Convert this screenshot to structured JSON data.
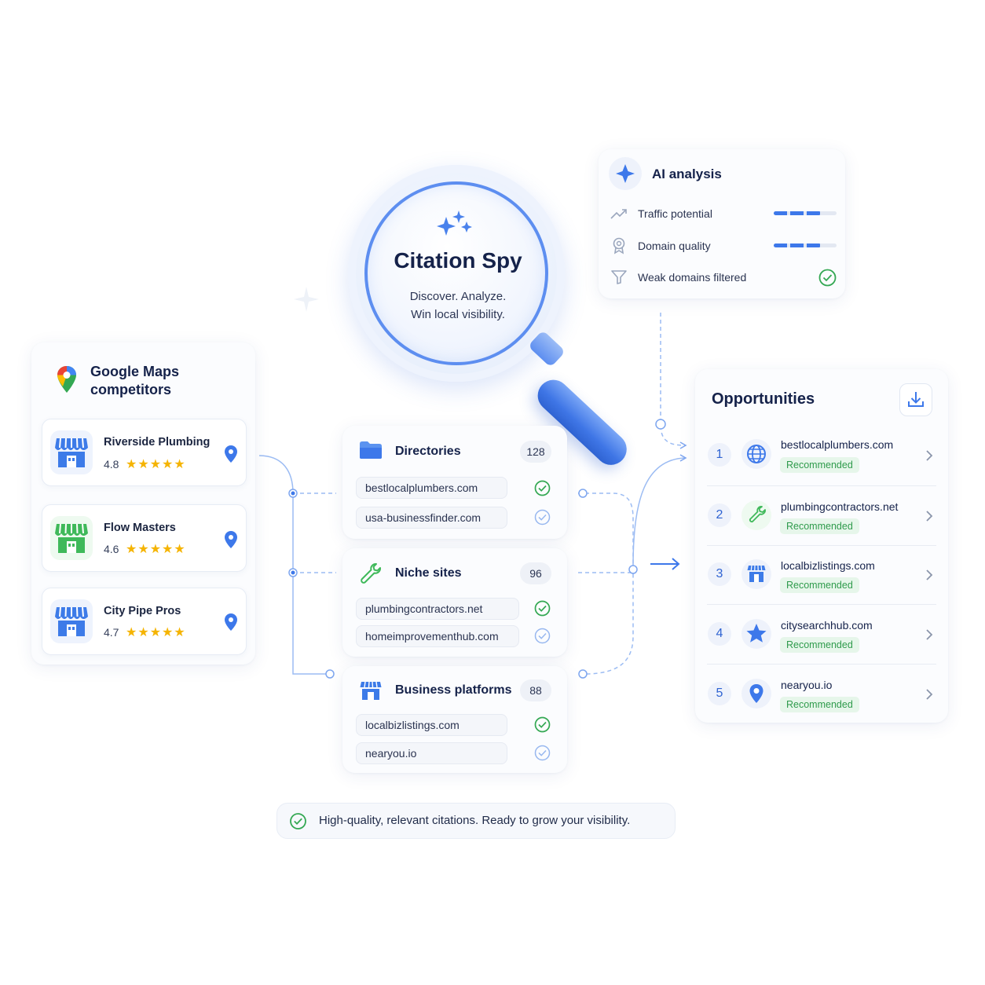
{
  "brand": {
    "title": "Citation Spy",
    "subtitle_line1": "Discover. Analyze.",
    "subtitle_line2": "Win local visibility."
  },
  "competitors": {
    "title_line1": "Google Maps",
    "title_line2": "competitors",
    "items": [
      {
        "name": "Riverside Plumbing",
        "rating": "4.8",
        "stars": "★★★★★",
        "store_color": "#3d7be8"
      },
      {
        "name": "Flow Masters",
        "rating": "4.6",
        "stars": "★★★★★",
        "store_color": "#3fb95a"
      },
      {
        "name": "City Pipe Pros",
        "rating": "4.7",
        "stars": "★★★★★",
        "store_color": "#3d7be8"
      }
    ]
  },
  "categories": [
    {
      "title": "Directories",
      "count": "128",
      "icon": "folder-icon",
      "domains": [
        "bestlocalplumbers.com",
        "usa-businessfinder.com"
      ]
    },
    {
      "title": "Niche sites",
      "count": "96",
      "icon": "wrench-icon",
      "domains": [
        "plumbingcontractors.net",
        "homeimprovementhub.com"
      ]
    },
    {
      "title": "Business platforms",
      "count": "88",
      "icon": "store-icon",
      "domains": [
        "localbizlistings.com",
        "nearyou.io"
      ]
    }
  ],
  "ai_analysis": {
    "title": "AI analysis",
    "rows": [
      {
        "label": "Traffic potential",
        "icon": "trend-up-icon",
        "level": 0.75
      },
      {
        "label": "Domain quality",
        "icon": "badge-icon",
        "level": 0.75
      },
      {
        "label": "Weak domains filtered",
        "icon": "filter-icon",
        "status": "check"
      }
    ]
  },
  "opportunities": {
    "title": "Opportunities",
    "items": [
      {
        "num": "1",
        "domain": "bestlocalplumbers.com",
        "badge": "Recommended",
        "icon": "globe-icon"
      },
      {
        "num": "2",
        "domain": "plumbingcontractors.net",
        "badge": "Recommended",
        "icon": "wrench-icon"
      },
      {
        "num": "3",
        "domain": "localbizlistings.com",
        "badge": "Recommended",
        "icon": "store-icon"
      },
      {
        "num": "4",
        "domain": "citysearchhub.com",
        "badge": "Recommended",
        "icon": "star-icon"
      },
      {
        "num": "5",
        "domain": "nearyou.io",
        "badge": "Recommended",
        "icon": "pin-icon"
      }
    ]
  },
  "footer": {
    "text": "High-quality, relevant citations. Ready to grow your visibility."
  },
  "colors": {
    "accent": "#3d78ea",
    "green": "#34a853",
    "star": "#f5b400"
  }
}
